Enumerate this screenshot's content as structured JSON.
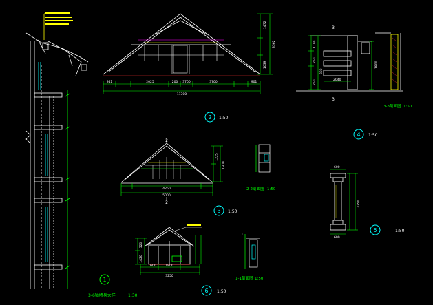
{
  "colors": {
    "background": "#000000",
    "line_white": "#ffffff",
    "dim_green": "#00ff00",
    "label_green": "#33ff33",
    "cyan": "#00ffff",
    "yellow": "#ffff00",
    "magenta": "#ff00ff",
    "red": "#ff3030"
  },
  "details": {
    "d1": {
      "number": "1",
      "title": "3-6轴墙身大样",
      "scale": "1:30"
    },
    "d2": {
      "number": "2",
      "scale": "1:50",
      "section_mark": "2",
      "dims_bottom": [
        "941",
        "2025",
        "200",
        "3700",
        "3700",
        "901"
      ],
      "dim_total": "11700",
      "dims_right": [
        "1472",
        "3562",
        "1039"
      ]
    },
    "d3": {
      "number": "3",
      "scale": "1:50",
      "section_mark": "2",
      "dims_bottom": [
        "4250"
      ],
      "dim_total": "5000",
      "dims_right": [
        "1225",
        "1900"
      ]
    },
    "d4": {
      "number": "4",
      "scale": "1:50",
      "title": "3-3剖面图",
      "section_mark": "3",
      "dims_left": [
        "1100",
        "250",
        "300",
        "250"
      ],
      "dims_right": [
        "1800"
      ],
      "dim_bottom": "2040"
    },
    "d5": {
      "number": "5",
      "scale": "1:50",
      "dims_right": [
        "3250"
      ],
      "dim_top": "600",
      "dim_bottom": "600"
    },
    "d6": {
      "number": "6",
      "scale": "1:50",
      "dims_bottom": [
        "1600",
        "1800"
      ],
      "dim_total": "3250",
      "dims_left": [
        "520",
        "1420"
      ]
    },
    "s2": {
      "title": "2-2剖面图",
      "scale": "1:50"
    },
    "s1": {
      "title": "1-1剖面图",
      "scale": "1:50",
      "mark": "1"
    }
  }
}
